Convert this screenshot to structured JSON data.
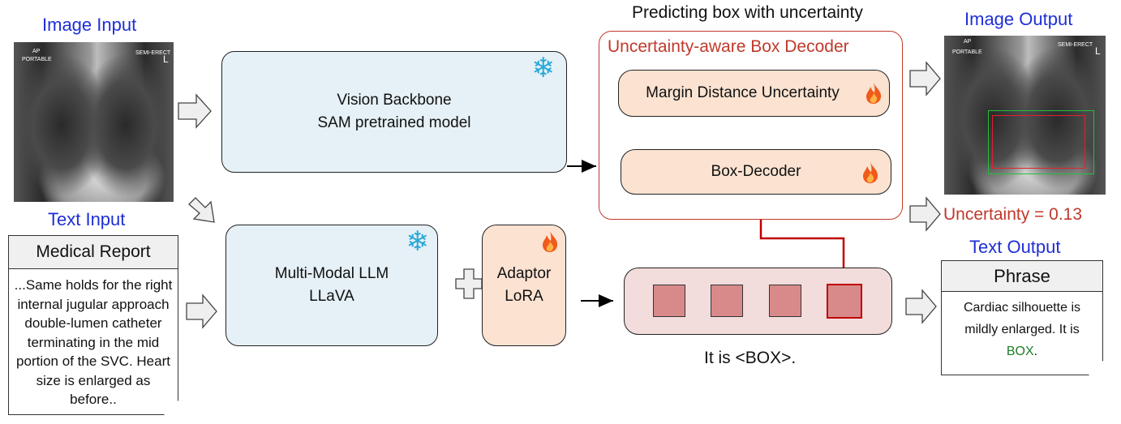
{
  "inputs": {
    "image_title": "Image Input",
    "xray_tag_left": "AP",
    "xray_tag_left2": "PORTABLE",
    "xray_tag_right": "SEMI-ERECT",
    "xray_marker": "L",
    "text_title": "Text Input",
    "report_title": "Medical Report",
    "report_text": "...Same holds for the right internal jugular approach double-lumen catheter terminating in the mid portion of the SVC.  Heart size is enlarged as before.."
  },
  "vision_backbone": {
    "line1": "Vision Backbone",
    "line2": "SAM pretrained model",
    "frozen_icon": "snowflake-icon"
  },
  "llm": {
    "line1": "Multi-Modal LLM",
    "line2": "LLaVA",
    "frozen_icon": "snowflake-icon"
  },
  "adaptor": {
    "line1": "Adaptor",
    "line2": "LoRA",
    "trainable_icon": "flame-icon"
  },
  "decoder": {
    "caption": "Predicting box with uncertainty",
    "title": "Uncertainty-aware Box Decoder",
    "uncertainty_module": "Margin Distance Uncertainty",
    "box_decoder": "Box-Decoder",
    "trainable_icon": "flame-icon"
  },
  "tokens": {
    "caption": "It is <BOX>."
  },
  "outputs": {
    "image_title": "Image Output",
    "uncertainty": "Uncertainty = 0.13",
    "text_title": "Text Output",
    "phrase_title": "Phrase",
    "phrase_text": "Cardiac silhouette is mildly enlarged. It is",
    "phrase_box": "BOX",
    "phrase_end": "."
  },
  "colors": {
    "accent_blue": "#1f2fd6",
    "uncertainty_red": "#c0392b",
    "box_green": "#1e7d2a",
    "arrow_red": "#c00000"
  }
}
